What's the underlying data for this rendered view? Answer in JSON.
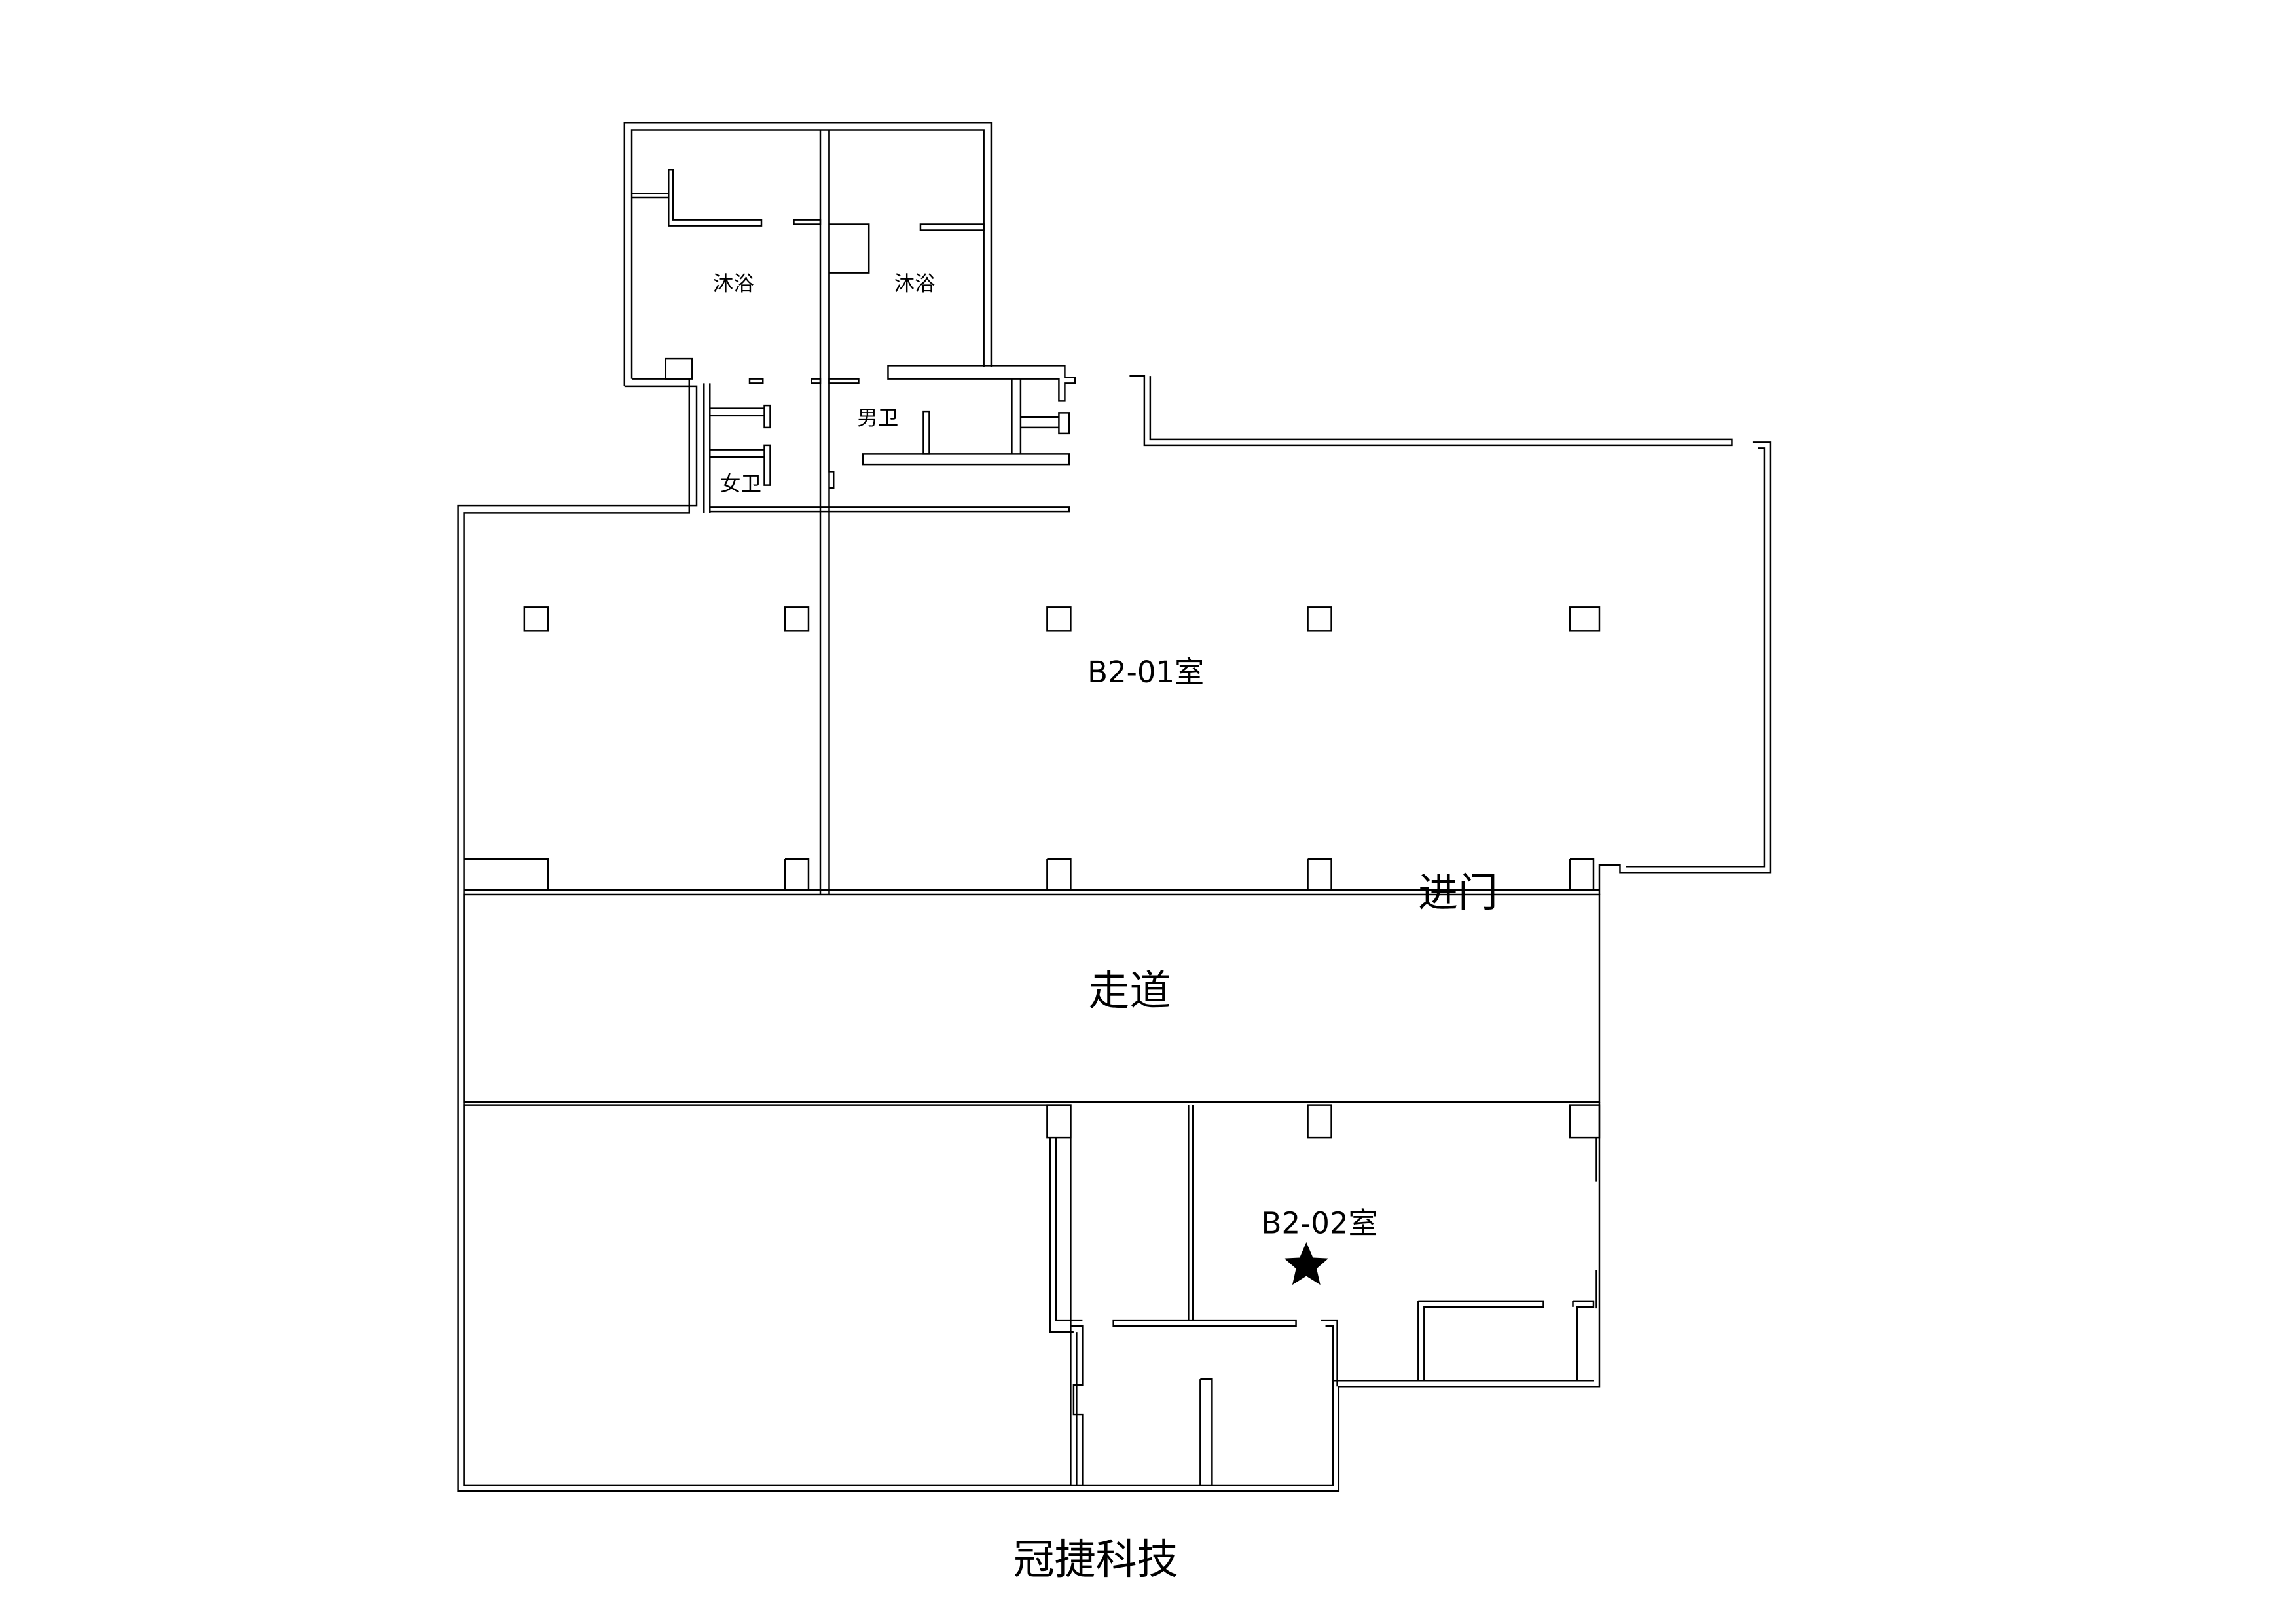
{
  "title": "冠捷科技",
  "rooms": {
    "shower_left": "沐浴",
    "shower_right": "沐浴",
    "mens_toilet": "男卫",
    "womens_toilet": "女卫",
    "room_b201": "B2-01室",
    "room_b202": "B2-02室",
    "corridor": "走道",
    "entrance": "进门"
  },
  "marker": {
    "icon": "star-icon",
    "color": "#000000"
  },
  "colors": {
    "line": "#000000",
    "background": "#ffffff"
  }
}
